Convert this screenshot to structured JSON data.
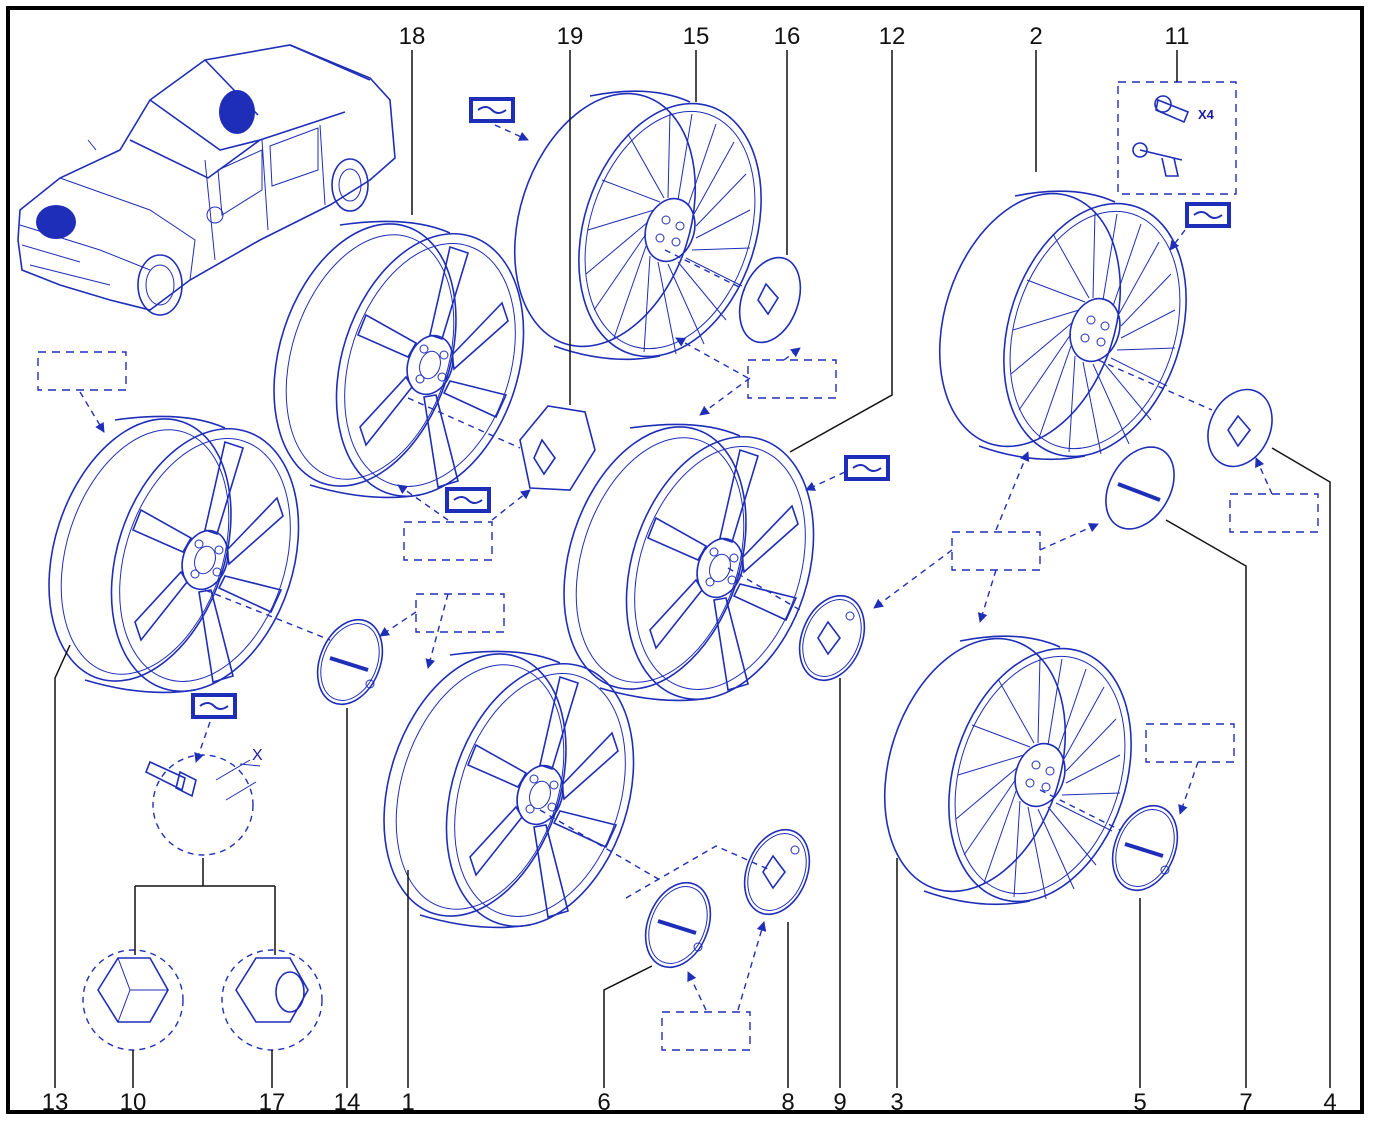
{
  "diagram": {
    "callouts": [
      "18",
      "19",
      "15",
      "16",
      "12",
      "2",
      "11",
      "13",
      "10",
      "17",
      "14",
      "1",
      "6",
      "8",
      "9",
      "3",
      "5",
      "7",
      "4"
    ],
    "annotations": {
      "quantity": "X4",
      "dimension": "X"
    },
    "colors": {
      "line_art": "#1f2eb8",
      "labels": "#111111",
      "frame": "#000000"
    },
    "icons": [
      "car-icon",
      "wheel-icon",
      "hubcap-icon",
      "wheel-bolt-icon",
      "lock-key-icon",
      "nut-cap-icon",
      "tool-symbol-icon"
    ]
  }
}
